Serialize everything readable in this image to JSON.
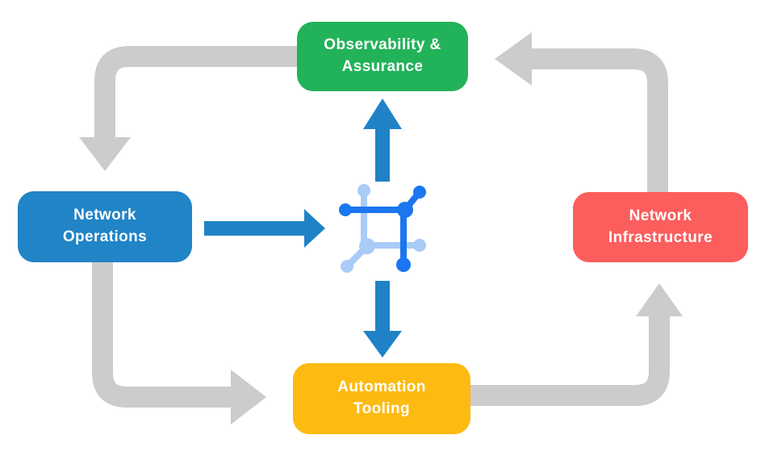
{
  "nodes": {
    "observability": {
      "label": "Observability &\nAssurance"
    },
    "operations": {
      "label": "Network\nOperations"
    },
    "infrastructure": {
      "label": "Network\nInfrastructure"
    },
    "automation": {
      "label": "Automation\nTooling"
    }
  },
  "icons": {
    "center": "network-mesh-icon"
  },
  "colors": {
    "background": "#ffffff",
    "text": "#ffffff",
    "green": "#22b25a",
    "blue": "#2184c6",
    "red": "#fc5d5d",
    "yellow": "#fdbb11",
    "gray_arrow": "#cccccc",
    "blue_arrow": "#1f82c6",
    "icon_dark": "#1b76f0",
    "icon_light": "#a9cbf8"
  }
}
